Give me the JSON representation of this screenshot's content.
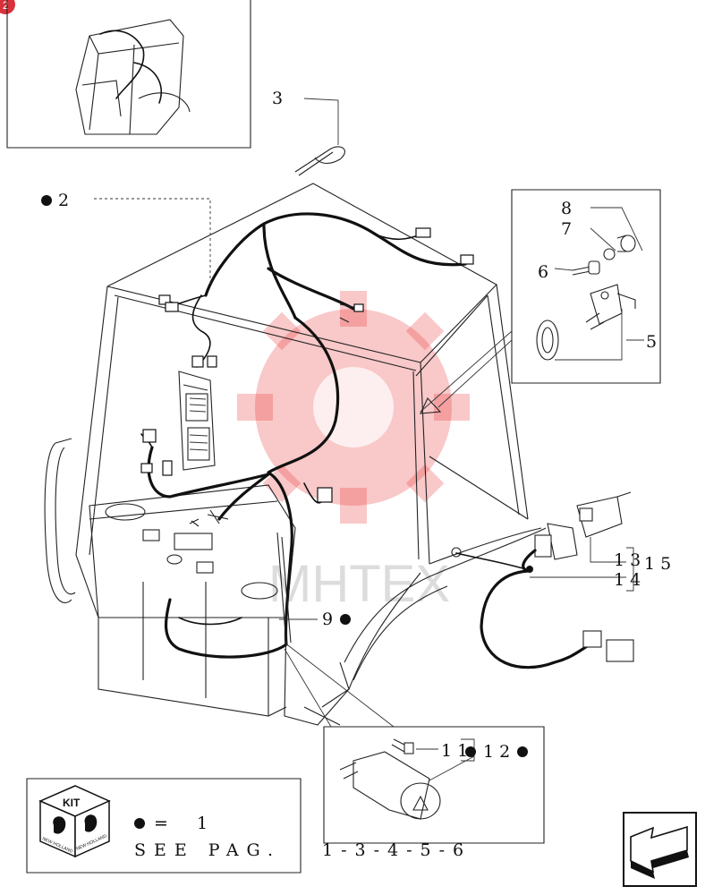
{
  "page_badge": "2",
  "callouts": {
    "c3": "3",
    "c2": "2",
    "c8": "8",
    "c7": "7",
    "c6": "6",
    "c5": "5",
    "c13": "1 3",
    "c14": "1 4",
    "c15": "1 5",
    "c9": "9",
    "c11": "1 1",
    "c12": "1 2"
  },
  "watermark": {
    "text": "MHTEX",
    "color": "#e83b3b"
  },
  "kit_box": {
    "kit_label": "KIT",
    "brand_left": "NEW HOLLAND",
    "brand_right": "NEW HOLLAND",
    "legend_eq": "=",
    "legend_value": "1",
    "see_page_label": "SEE PAG.",
    "see_page_value": "1-3-4-5-6"
  },
  "nav": {
    "next_arrow_icon": "arrow-left-down-icon"
  }
}
